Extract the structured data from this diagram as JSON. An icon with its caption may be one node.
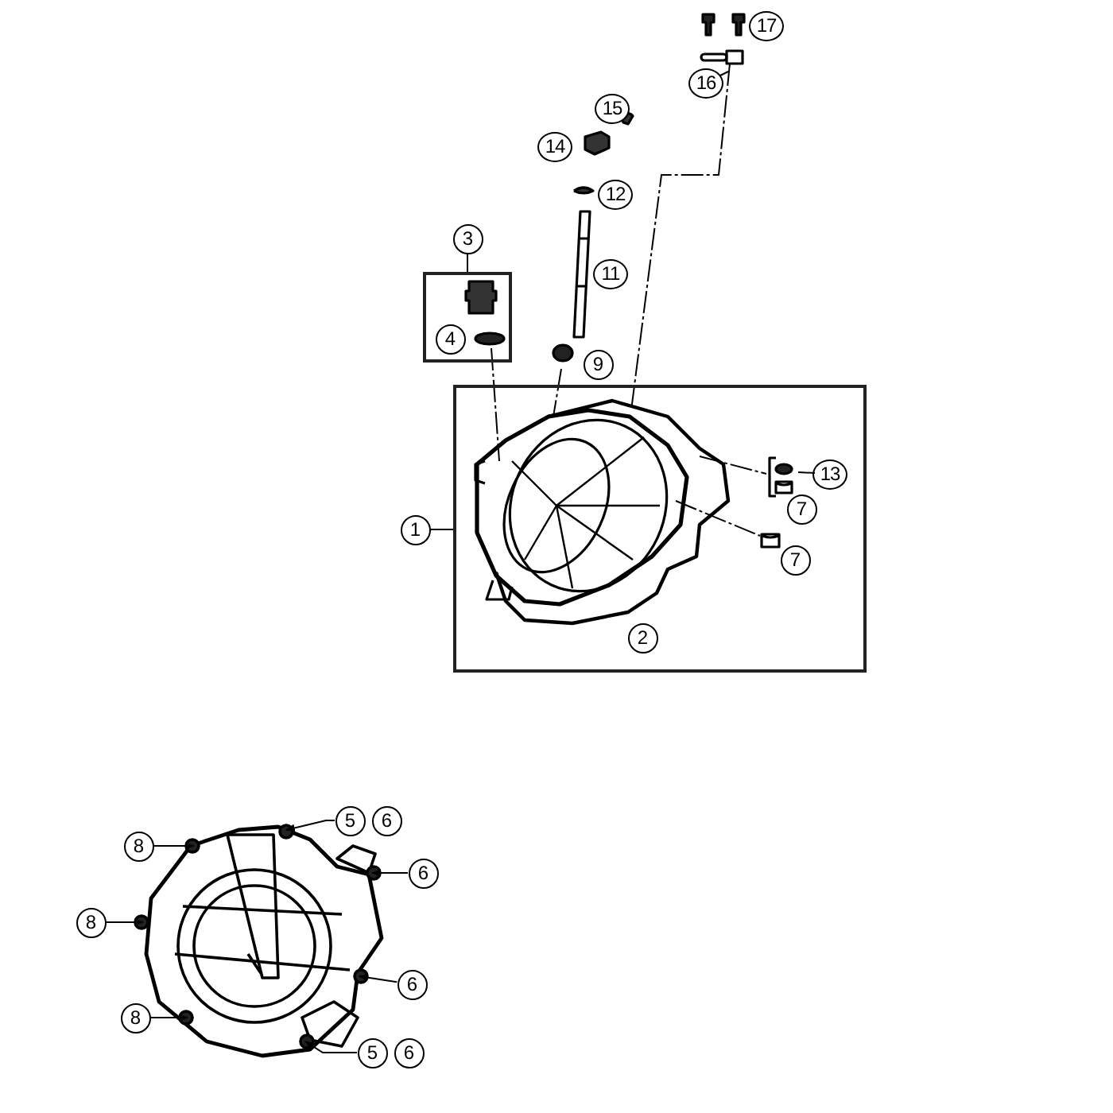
{
  "diagram": {
    "nodes": [
      {
        "text": [
          "17"
        ]
      },
      {
        "text": [
          "16"
        ]
      },
      {
        "text": [
          "15"
        ]
      },
      {
        "text": [
          "14"
        ]
      },
      {
        "text": [
          "12"
        ]
      },
      {
        "text": [
          "3"
        ]
      },
      {
        "text": [
          "11"
        ]
      },
      {
        "text": [],
        "shape": "box"
      },
      {
        "text": [
          "4"
        ],
        "in": 7
      },
      {
        "text": [
          "9"
        ]
      },
      {
        "text": [],
        "shape": "box"
      },
      {
        "text": [
          "1"
        ]
      },
      {
        "text": [
          "13"
        ],
        "in": 10
      },
      {
        "text": [
          "7"
        ],
        "in": 10
      },
      {
        "text": [
          "7"
        ],
        "in": 10
      },
      {
        "text": [
          "2"
        ],
        "in": 10
      },
      {
        "text": [
          "5"
        ]
      },
      {
        "text": [
          "6"
        ]
      },
      {
        "text": [
          "8"
        ]
      },
      {
        "text": [
          "6"
        ]
      },
      {
        "text": [
          "8"
        ]
      },
      {
        "text": [
          "6"
        ]
      },
      {
        "text": [
          "8"
        ]
      },
      {
        "text": [
          "5"
        ]
      },
      {
        "text": [
          "6"
        ]
      }
    ],
    "edges": [
      {
        "from": 5,
        "to": 7,
        "arrow": "none"
      },
      {
        "from": 11,
        "to": 10,
        "arrow": "none"
      },
      {
        "from": 1,
        "to": null,
        "arrow": "none"
      },
      {
        "from": 12,
        "to": null,
        "arrow": "none"
      },
      {
        "from": 16,
        "to": null,
        "arrow": "to"
      },
      {
        "from": 18,
        "to": null,
        "arrow": "to"
      },
      {
        "from": 19,
        "to": null,
        "arrow": "to"
      },
      {
        "from": 20,
        "to": null,
        "arrow": "to"
      },
      {
        "from": 21,
        "to": null,
        "arrow": "to"
      },
      {
        "from": 22,
        "to": null,
        "arrow": "to"
      },
      {
        "from": 23,
        "to": null,
        "arrow": "to"
      }
    ]
  }
}
